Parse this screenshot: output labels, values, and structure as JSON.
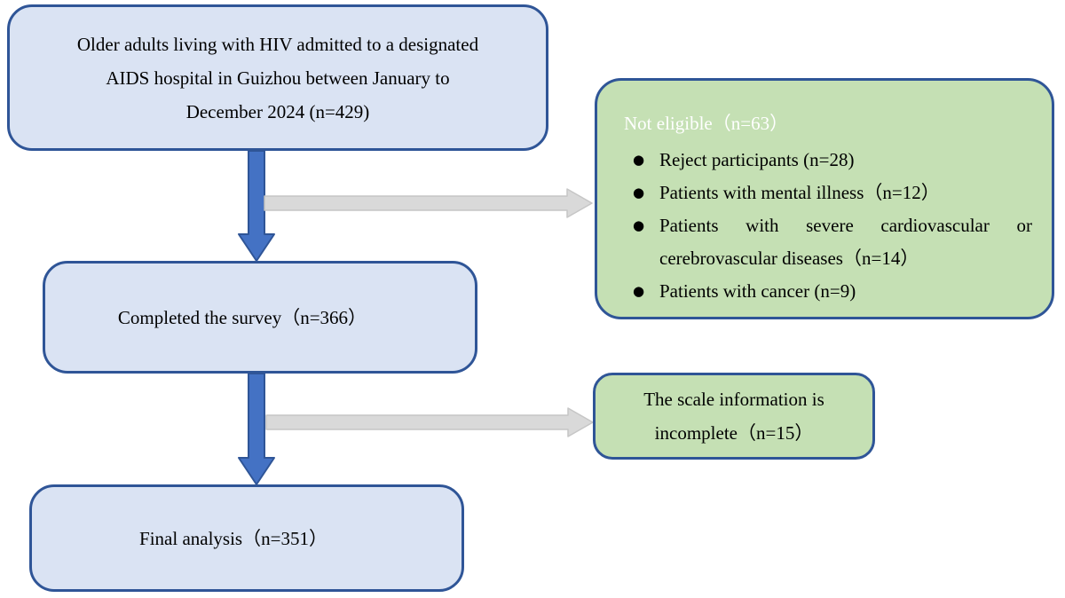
{
  "colors": {
    "box_fill_blue": "#dae3f3",
    "box_border_blue": "#2f5597",
    "box_fill_green": "#c5e0b4",
    "arrow_blue": "#4472c4",
    "arrow_gray": "#d9d9d9",
    "exclusion_title_text": "#ffffff",
    "body_text": "#000000"
  },
  "flow": {
    "enrollment": {
      "lines": [
        "Older adults living with HIV admitted to a designated",
        "AIDS hospital in Guizhou between January to",
        "December 2024 (n=429)"
      ]
    },
    "completed": {
      "text": "Completed the survey（n=366）"
    },
    "final": {
      "text": "Final analysis（n=351）"
    },
    "not_eligible": {
      "title": "Not eligible（n=63）",
      "bullet": "●",
      "items": [
        "Reject participants (n=28)",
        "Patients with mental illness（n=12）",
        "Patients with severe cardiovascular or cerebrovascular diseases（n=14）",
        "Patients with cancer (n=9)"
      ]
    },
    "incomplete": {
      "lines": [
        "The scale information is",
        "incomplete（n=15）"
      ]
    }
  }
}
